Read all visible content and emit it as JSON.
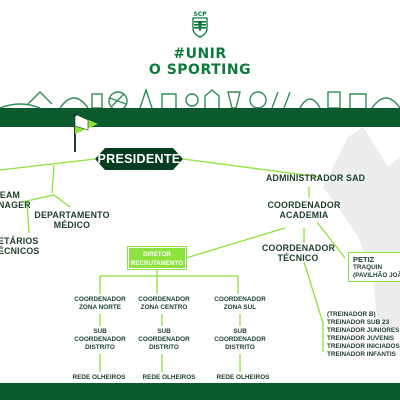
{
  "header": {
    "logo_text": "SCP",
    "slogan_line1": "#UNIR",
    "slogan_line2": "O SPORTING"
  },
  "colors": {
    "dark_green": "#0c5a2e",
    "brand_green": "#0c7a3c",
    "lime": "#8de23f",
    "text": "#1d3d2b"
  },
  "nodes": {
    "presidente": "PRESIDENTE",
    "team_manager": [
      "EAM",
      "NAGER"
    ],
    "secretarios": [
      "ETÁRIOS",
      "ÉCNICOS"
    ],
    "departamento_medico": [
      "DEPARTAMENTO",
      "MÉDICO"
    ],
    "administrador_sad": "ADMINISTRADOR SAD",
    "coordenador_academia": [
      "COORDENADOR",
      "ACADEMIA"
    ],
    "coordenador_tecnico": [
      "COORDENADOR",
      "TÉCNICO"
    ],
    "diretor_recrutamento": [
      "DIRETOR",
      "RECRUTAMENTO"
    ],
    "zones": [
      {
        "coord": [
          "COORDENADOR",
          "ZONA NORTE"
        ],
        "sub": [
          "SUB",
          "COORDENADOR",
          "DISTRITO"
        ],
        "rede": "REDE OLHEIROS"
      },
      {
        "coord": [
          "COORDENADOR",
          "ZONA CENTRO"
        ],
        "sub": [
          "SUB",
          "COORDENADOR",
          "DISTRITO"
        ],
        "rede": "REDE OLHEIROS"
      },
      {
        "coord": [
          "COORDENADOR",
          "ZONA SUL"
        ],
        "sub": [
          "SUB",
          "COORDENADOR",
          "DISTRITO"
        ],
        "rede": "REDE OLHEIROS"
      }
    ],
    "treinadores": [
      "(TREINADOR B)",
      "TREINADOR SUB 23",
      "TREINADOR JUNIORES",
      "TREINADOR JUVENIS",
      "TREINADOR INICIADOS",
      "TREINADOR INFANTIS"
    ],
    "petiz": [
      "PETIZ",
      "TRAQUIN",
      "(PAVILHÃO JOÃ"
    ]
  }
}
